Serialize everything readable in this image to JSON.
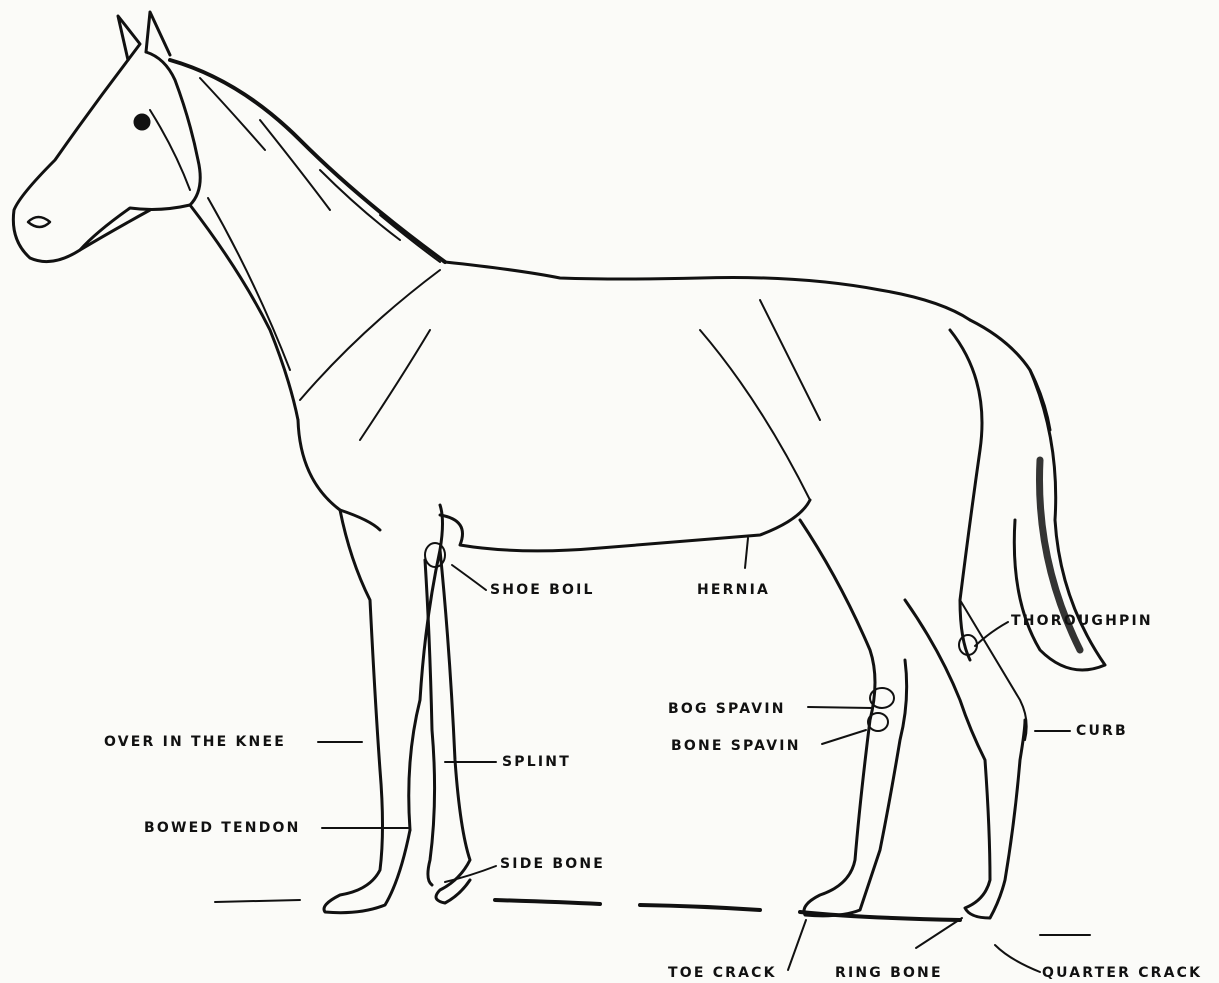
{
  "labels": {
    "shoe_boil": "SHOE BOIL",
    "hernia": "HERNIA",
    "thoroughpin": "THOROUGHPIN",
    "bog_spavin": "BOG SPAVIN",
    "bone_spavin": "BONE SPAVIN",
    "curb": "CURB",
    "over_in_the_knee": "OVER IN THE KNEE",
    "splint": "SPLINT",
    "bowed_tendon": "BOWED TENDON",
    "side_bone": "SIDE BONE",
    "toe_crack": "TOE CRACK",
    "ring_bone": "RING BONE",
    "quarter_crack": "QUARTER CRACK"
  },
  "colors": {
    "ink": "#111111",
    "paper": "#fbfbf8"
  }
}
